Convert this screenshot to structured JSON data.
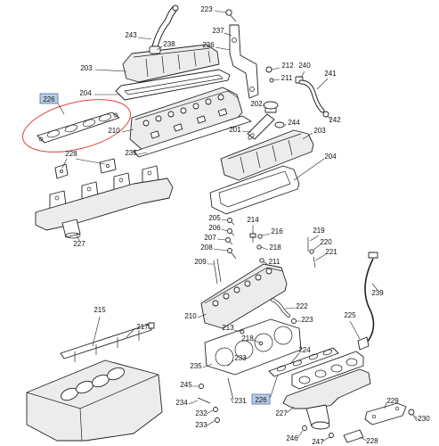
{
  "diagram": {
    "highlight_fill": "#b9cde8",
    "highlight_stroke": "#4a6fa5",
    "callout_ring_color": "#e0443c",
    "line_color": "#222222"
  },
  "callouts": {
    "upper": [
      "223",
      "243",
      "238",
      "237",
      "236",
      "203",
      "212",
      "240",
      "241",
      "211",
      "226",
      "204",
      "202",
      "244",
      "242",
      "210",
      "201",
      "203",
      "228",
      "235",
      "204",
      "227"
    ],
    "lower": [
      "205",
      "214",
      "206",
      "216",
      "219",
      "207",
      "220",
      "208",
      "218",
      "221",
      "209",
      "211",
      "239",
      "222",
      "225",
      "210",
      "223",
      "215",
      "217",
      "213",
      "218",
      "224",
      "233",
      "235",
      "245",
      "226",
      "234",
      "231",
      "232",
      "229",
      "227",
      "233",
      "230",
      "246",
      "247",
      "228"
    ]
  }
}
